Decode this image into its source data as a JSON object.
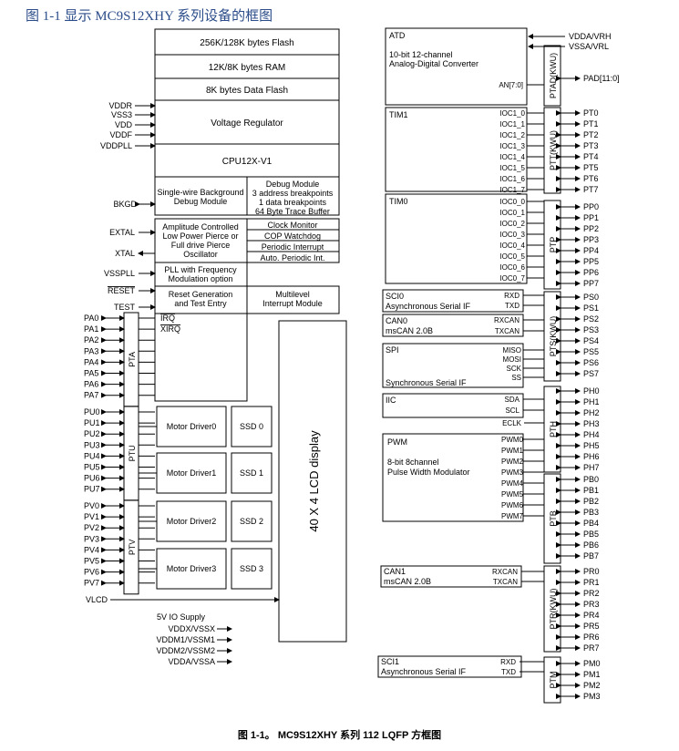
{
  "figure_title": "图 1-1 显示 MC9S12XHY 系列设备的框图",
  "caption": "图 1-1。 MC9S12XHY 系列 112 LQFP 方框图",
  "core_blocks": {
    "flash": "256K/128K bytes Flash",
    "ram": "12K/8K bytes RAM",
    "data_flash": "8K bytes Data Flash",
    "voltage_regulator": "Voltage Regulator",
    "cpu": "CPU12X-V1",
    "bdm": [
      "Single-wire Background",
      "Debug Module"
    ],
    "debug": [
      "Debug Module",
      "3 address breakpoints",
      "1 data breakpoints",
      "64 Byte Trace Buffer"
    ],
    "oscillator": [
      "Amplitude Controlled",
      "Low Power Pierce or",
      "Full drive Pierce",
      "Oscillator"
    ],
    "clock_monitor": "Clock Monitor",
    "cop": "COP Watchdog",
    "periodic": "Periodic Interrupt",
    "auto_periodic": "Auto. Periodic Int.",
    "pll": [
      "PLL with Frequency",
      "Modulation option"
    ],
    "reset": [
      "Reset Generation",
      "and Test Entry"
    ],
    "interrupt": [
      "Multilevel",
      "Interrupt Module"
    ],
    "irq": "IRQ",
    "xirq": "XIRQ"
  },
  "left_signals": {
    "power": [
      "VDDR",
      "VSS3",
      "VDD",
      "VDDF",
      "VDDPLL"
    ],
    "bkgd": "BKGD",
    "extal": "EXTAL",
    "xtal": "XTAL",
    "vsspll": "VSSPLL",
    "reset": "RESET",
    "test": "TEST",
    "vlcd": "VLCD"
  },
  "ports_left": {
    "pta": {
      "label": "PTA",
      "pins": [
        "PA0",
        "PA1",
        "PA2",
        "PA3",
        "PA4",
        "PA5",
        "PA6",
        "PA7"
      ]
    },
    "ptu": {
      "label": "PTU",
      "pins": [
        "PU0",
        "PU1",
        "PU2",
        "PU3",
        "PU4",
        "PU5",
        "PU6",
        "PU7"
      ]
    },
    "ptv": {
      "label": "PTV",
      "pins": [
        "PV0",
        "PV1",
        "PV2",
        "PV3",
        "PV4",
        "PV5",
        "PV6",
        "PV7"
      ]
    }
  },
  "motor_drivers": [
    "Motor Driver0",
    "Motor Driver1",
    "Motor Driver2",
    "Motor Driver3"
  ],
  "ssd": [
    "SSD 0",
    "SSD 1",
    "SSD 2",
    "SSD 3"
  ],
  "lcd": "40 X 4 LCD display",
  "io_supply": {
    "title": "5V IO Supply",
    "pins": [
      "VDDX/VSSX",
      "VDDM1/VSSM1",
      "VDDM2/VSSM2",
      "VDDA/VSSA"
    ]
  },
  "atd": {
    "name": "ATD",
    "desc": [
      "10-bit 12-channel",
      "Analog-Digital Converter"
    ],
    "an": "AN[7:0]",
    "refs": [
      "VDDA/VRH",
      "VSSA/VRL"
    ],
    "port": "PTAD(KWU)",
    "pad": "PAD[11:0]"
  },
  "tim1": {
    "name": "TIM1",
    "ioc": [
      "IOC1_0",
      "IOC1_1",
      "IOC1_2",
      "IOC1_3",
      "IOC1_4",
      "IOC1_5",
      "IOC1_6",
      "IOC1_7"
    ],
    "port": "PTT(KWU)",
    "pins": [
      "PT0",
      "PT1",
      "PT2",
      "PT3",
      "PT4",
      "PT5",
      "PT6",
      "PT7"
    ]
  },
  "tim0": {
    "name": "TIM0",
    "ioc": [
      "IOC0_0",
      "IOC0_1",
      "IOC0_2",
      "IOC0_3",
      "IOC0_4",
      "IOC0_5",
      "IOC0_6",
      "IOC0_7"
    ],
    "port": "PTP",
    "pins": [
      "PP0",
      "PP1",
      "PP2",
      "PP3",
      "PP4",
      "PP5",
      "PP6",
      "PP7"
    ]
  },
  "sci0": {
    "name": "SCI0",
    "desc": "Asynchronous Serial IF",
    "sigs": [
      "RXD",
      "TXD"
    ]
  },
  "can0": {
    "name": "CAN0",
    "desc": "msCAN 2.0B",
    "sigs": [
      "RXCAN",
      "TXCAN"
    ]
  },
  "spi": {
    "name": "SPI",
    "desc": "Synchronous Serial IF",
    "sigs": [
      "MISO",
      "MOSI",
      "SCK",
      "SS"
    ]
  },
  "pts": {
    "port": "PTS(KWU)",
    "pins": [
      "PS0",
      "PS1",
      "PS2",
      "PS3",
      "PS4",
      "PS5",
      "PS6",
      "PS7"
    ]
  },
  "iic": {
    "name": "IIC",
    "sigs": [
      "SDA",
      "SCL"
    ]
  },
  "ecl": "ECLK",
  "pth": {
    "port": "PTH",
    "pins": [
      "PH0",
      "PH1",
      "PH2",
      "PH3",
      "PH4",
      "PH5",
      "PH6",
      "PH7"
    ]
  },
  "pwm": {
    "name": "PWM",
    "desc": [
      "8-bit 8channel",
      "Pulse Width Modulator"
    ],
    "sigs": [
      "PWM0",
      "PWM1",
      "PWM2",
      "PWM3",
      "PWM4",
      "PWM5",
      "PWM6",
      "PWM7"
    ]
  },
  "ptb": {
    "port": "PTB",
    "pins": [
      "PB0",
      "PB1",
      "PB2",
      "PB3",
      "PB4",
      "PB5",
      "PB6",
      "PB7"
    ]
  },
  "can1": {
    "name": "CAN1",
    "desc": "msCAN 2.0B",
    "sigs": [
      "RXCAN",
      "TXCAN"
    ]
  },
  "ptr": {
    "port": "PTR(KWU)",
    "pins": [
      "PR0",
      "PR1",
      "PR2",
      "PR3",
      "PR4",
      "PR5",
      "PR6",
      "PR7"
    ]
  },
  "sci1": {
    "name": "SCI1",
    "desc": "Asynchronous Serial IF",
    "sigs": [
      "RXD",
      "TXD"
    ]
  },
  "ptm": {
    "port": "PTM",
    "pins": [
      "PM0",
      "PM1",
      "PM2",
      "PM3"
    ]
  }
}
